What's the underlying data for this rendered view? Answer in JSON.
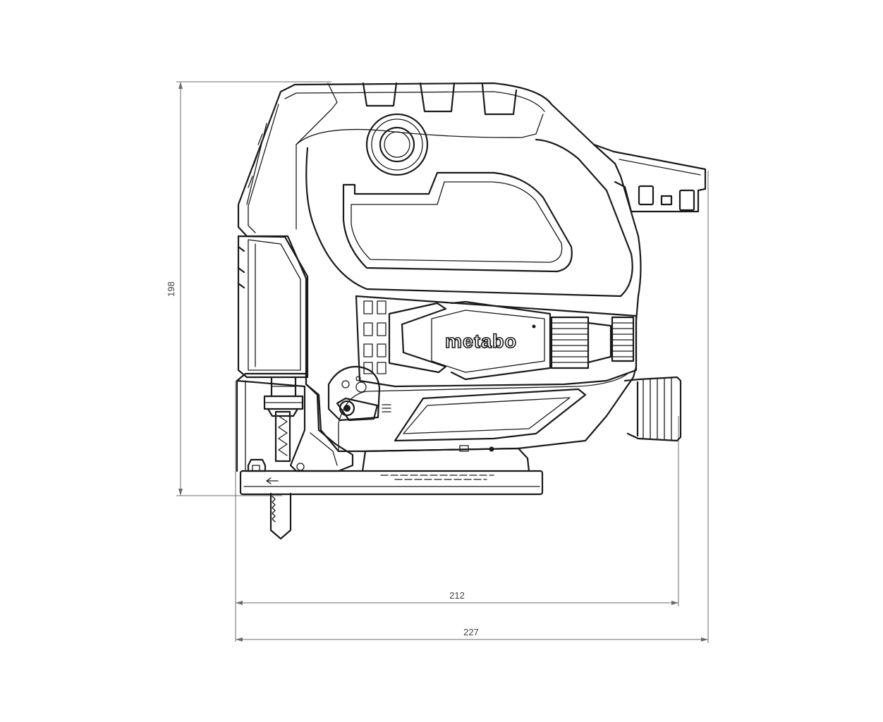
{
  "drawing": {
    "brand_label": "metabo",
    "dimensions": {
      "height": "198",
      "length_base": "212",
      "length_overall": "227"
    },
    "colors": {
      "line": "#1a1a1a",
      "dimension": "#6b6b6b",
      "background": "#ffffff"
    }
  }
}
